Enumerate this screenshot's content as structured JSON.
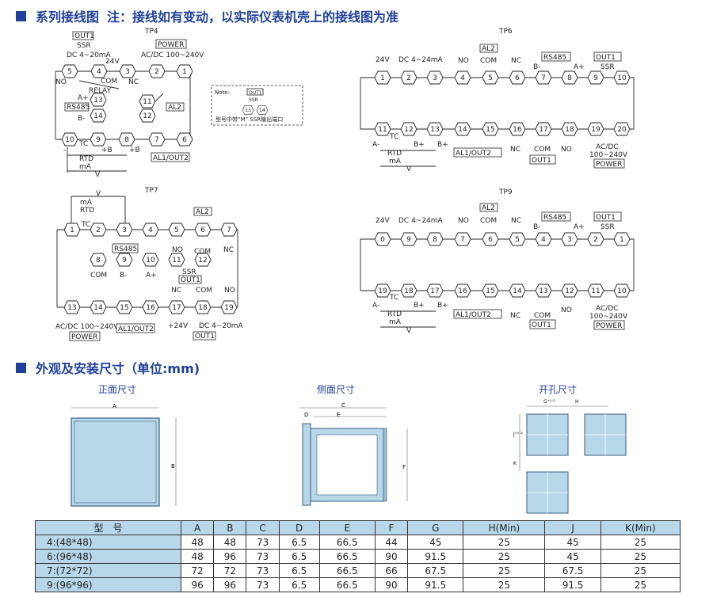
{
  "sections": {
    "wiring_title": "系列接线图",
    "wiring_note": "注：接线如有变动，以实际仪表机壳上的接线图为准",
    "dims_title": "外观及安装尺寸（单位:mm)"
  },
  "diagrams": {
    "tp4": {
      "title": "TP4",
      "labels": {
        "out1": "OUT1",
        "ssr": "SSR",
        "dc": "DC 4~20mA",
        "v24": "24V",
        "power": "POWER",
        "acdc": "AC/DC 100~240V",
        "no": "NO",
        "nc": "NC",
        "com": "COM",
        "relay": "RELAY",
        "a": "A+",
        "b": "B-",
        "rs485": "RS485",
        "al2": "AL2",
        "tc": "TC",
        "rtd": "RTD",
        "ma": "mA",
        "v": "V",
        "bplus": "+B",
        "al1out2": "AL1/OUT2",
        "minus": "-",
        "plus": "+"
      },
      "terminals": [
        "5",
        "4",
        "3",
        "2",
        "1",
        "13",
        "14",
        "11",
        "12",
        "10",
        "9",
        "8",
        "7",
        "6"
      ]
    },
    "note": {
      "title": "Note:",
      "out1": "OUT1",
      "ssr": "SSR",
      "t13": "13",
      "t14": "14",
      "text": "型号中带“M” SSR输出端口"
    },
    "tp6": {
      "title": "TP6",
      "top_labels": {
        "v24": "24V",
        "dc": "DC 4~24mA",
        "no": "NO",
        "com": "COM",
        "nc": "NC",
        "al2": "AL2",
        "rs485": "RS485",
        "b": "B-",
        "a": "A+",
        "out1": "OUT1",
        "ssr": "SSR"
      },
      "top_terminals": [
        "1",
        "2",
        "3",
        "4",
        "5",
        "6",
        "7",
        "8",
        "9",
        "10"
      ],
      "bottom_terminals": [
        "11",
        "12",
        "13",
        "14",
        "15",
        "16",
        "17",
        "18",
        "19",
        "20"
      ],
      "bottom_labels": {
        "aminus": "A-",
        "tc": "TC",
        "bplus": "B+",
        "bplus2": "B+",
        "rtd": "RTD",
        "ma": "mA",
        "v": "V",
        "al1out2": "AL1/OUT2",
        "nc": "NC",
        "com": "COM",
        "no": "NO",
        "out1": "OUT1",
        "acdc": "AC/DC",
        "range": "100~240V",
        "power": "POWER"
      }
    },
    "tp7": {
      "title": "TP7",
      "labels": {
        "v": "V",
        "ma": "mA",
        "rtd": "RTD",
        "tc": "TC",
        "al2": "AL2",
        "no": "NO",
        "com": "COM",
        "nc": "NC",
        "rs485": "RS485",
        "com2": "COM",
        "b": "B-",
        "a": "A+",
        "ssr": "SSR",
        "out1": "OUT1",
        "acdc": "AC/DC 100~240V",
        "power": "POWER",
        "al1out2": "AL1/OUT2",
        "v24": "+24V",
        "dc": "DC 4~20mA",
        "out1b": "OUT1",
        "nc2": "NC",
        "com3": "COM",
        "no2": "NO"
      },
      "row1": [
        "1",
        "2",
        "3",
        "4",
        "5",
        "6",
        "7"
      ],
      "row2": [
        "8",
        "9",
        "10",
        "11",
        "12"
      ],
      "row3": [
        "13",
        "14",
        "15",
        "16",
        "17",
        "18",
        "19"
      ]
    },
    "tp9": {
      "title": "TP9",
      "top_labels": {
        "v24": "24V",
        "dc": "DC 4~24mA",
        "no": "NO",
        "com": "COM",
        "nc": "NC",
        "al2": "AL2",
        "rs485": "RS485",
        "b": "B-",
        "a": "A+",
        "out1": "OUT1",
        "ssr": "SSR"
      },
      "top_terminals": [
        "0",
        "9",
        "8",
        "7",
        "6",
        "5",
        "4",
        "3",
        "2",
        "1"
      ],
      "bottom_terminals": [
        "19",
        "18",
        "17",
        "16",
        "15",
        "14",
        "13",
        "12",
        "11",
        "10"
      ],
      "bottom_labels": {
        "aminus": "A-",
        "tc": "TC",
        "bplus": "B+",
        "bplus2": "B+",
        "rtd": "RTD",
        "ma": "mA",
        "v": "V",
        "al1out2": "AL1/OUT2",
        "nc": "NC",
        "com": "COM",
        "no": "NO",
        "out1": "OUT1",
        "acdc": "AC/DC",
        "range": "100~240V",
        "power": "POWER"
      }
    }
  },
  "dimensions": {
    "front_title": "正面尺寸",
    "side_title": "侧面尺寸",
    "cutout_title": "开孔尺寸",
    "front_labels": {
      "a": "A",
      "b": "B"
    },
    "side_labels": {
      "c": "C",
      "d": "D",
      "e": "E",
      "f": "F"
    },
    "cutout_labels": {
      "g": "G⁺⁰·⁵",
      "h": "H",
      "j": "J⁺⁰·⁵",
      "k": "K"
    },
    "colors": {
      "panel": "#b8d8ea",
      "panel_border": "#3a5e80",
      "accent": "#1f3f9a"
    }
  },
  "table": {
    "headers": [
      "型　号",
      "A",
      "B",
      "C",
      "D",
      "E",
      "F",
      "G",
      "H(Min)",
      "J",
      "K(Min)"
    ],
    "rows": [
      [
        "4:(48*48)",
        "48",
        "48",
        "73",
        "6.5",
        "66.5",
        "44",
        "45",
        "25",
        "45",
        "25"
      ],
      [
        "6:(96*48)",
        "48",
        "96",
        "73",
        "6.5",
        "66.5",
        "90",
        "91.5",
        "25",
        "45",
        "25"
      ],
      [
        "7:(72*72)",
        "72",
        "72",
        "73",
        "6.5",
        "66.5",
        "66",
        "67.5",
        "25",
        "67.5",
        "25"
      ],
      [
        "9:(96*96)",
        "96",
        "96",
        "73",
        "6.5",
        "66.5",
        "90",
        "91.5",
        "25",
        "91.5",
        "25"
      ]
    ]
  }
}
